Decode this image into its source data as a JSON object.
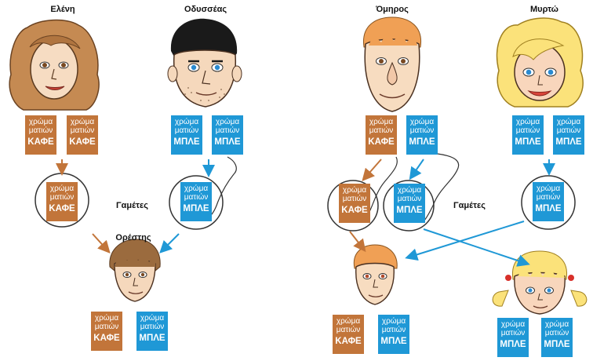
{
  "colors": {
    "brown": "#c2753a",
    "blue": "#1f98d6"
  },
  "people": {
    "eleni": "Ελένη",
    "odysseas": "Οδυσσέας",
    "orestis": "Ορέστης",
    "omiros": "Όμηρος",
    "myrto": "Μυρτώ"
  },
  "labels": {
    "gametes_left": "Γαμέτες",
    "gametes_right": "Γαμέτες"
  },
  "card_text": {
    "line1": "χρώμα",
    "line2": "ματιών",
    "brown": "ΚΑΦΕ",
    "blue": "ΜΠΛΕ"
  }
}
